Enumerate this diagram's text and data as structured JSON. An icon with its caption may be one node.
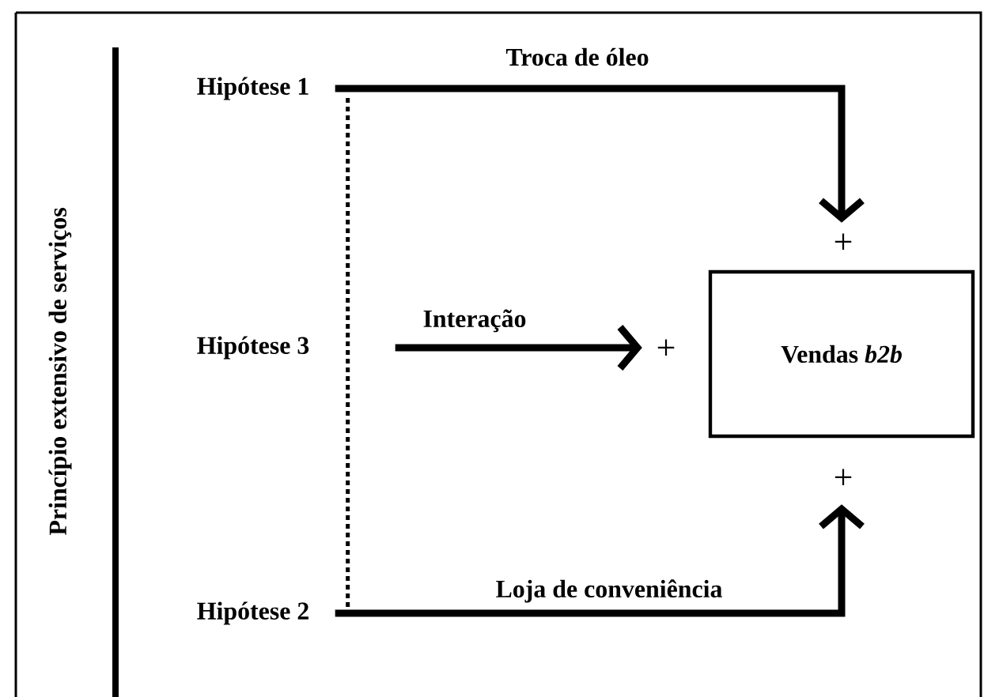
{
  "diagram": {
    "nodes": [
      {
        "text": [
          "Hipótese 1"
        ]
      },
      {
        "text": [
          "Hipótese 3"
        ]
      },
      {
        "text": [
          "Hipótese 2"
        ]
      },
      {
        "text": [
          "Vendas *b2b*"
        ]
      }
    ],
    "edges": [
      {
        "from": 0,
        "to": 3,
        "arrow": "to",
        "label": "Troca de óleo"
      },
      {
        "from": 1,
        "to": 3,
        "arrow": "to",
        "label": "Interação"
      },
      {
        "from": 2,
        "to": 3,
        "arrow": "to",
        "label": "Loja de conveniência"
      },
      {
        "from": 0,
        "to": 2,
        "arrow": "none",
        "style": "dashed"
      }
    ],
    "labels": [
      "Princípio extensivo de serviços",
      "+",
      "+",
      "+"
    ]
  }
}
